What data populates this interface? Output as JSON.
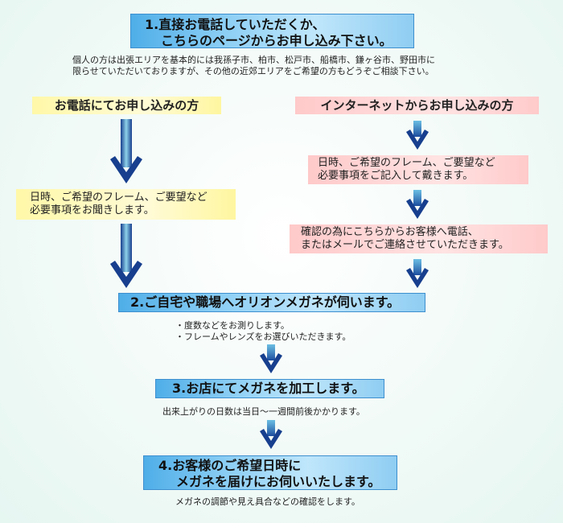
{
  "step1": {
    "line1": "1.直接お電話していただくか、",
    "line2": "こちらのページからお申し込み下さい。"
  },
  "area_note": {
    "line1": "個人の方は出張エリアを基本的には我孫子市、柏市、松戸市、船橋市、鎌ヶ谷市、野田市に",
    "line2": "限らせていただいておりますが、その他の近郊エリアをご希望の方もどうぞご相談下さい。"
  },
  "phone_branch": {
    "heading": "お電話にてお申し込みの方",
    "box": {
      "line1": "日時、ご希望のフレーム、ご要望など",
      "line2": "必要事項をお聞きします。"
    }
  },
  "internet_branch": {
    "heading": "インターネットからお申し込みの方",
    "box1": {
      "line1": "日時、ご希望のフレーム、ご要望など",
      "line2": "必要事項をご記入して戴きます。"
    },
    "box2": {
      "line1": "確認の為にこちらからお客様へ電話、",
      "line2": "またはメールでご連絡させていただきます。"
    }
  },
  "step2": {
    "title": "2.ご自宅や職場へオリオンメガネが伺います。",
    "note1": "・度数などをお測りします。",
    "note2": "・フレームやレンズをお選びいただきます。"
  },
  "step3": {
    "title": "3.お店にてメガネを加工します。",
    "note": "出来上がりの日数は当日～一週間前後かかります。"
  },
  "step4": {
    "line1": "4.お客様のご希望日時に",
    "line2": "メガネを届けにお伺いいたします。",
    "note": "メガネの調節や見え具合などの確認をします。"
  },
  "colors": {
    "step_box": "#8fd0f5",
    "phone_box": "#fffbd6",
    "internet_box": "#ffe3e3",
    "arrow": "#1a4a9c"
  },
  "icons": {
    "arrow": "arrow-down-icon"
  }
}
